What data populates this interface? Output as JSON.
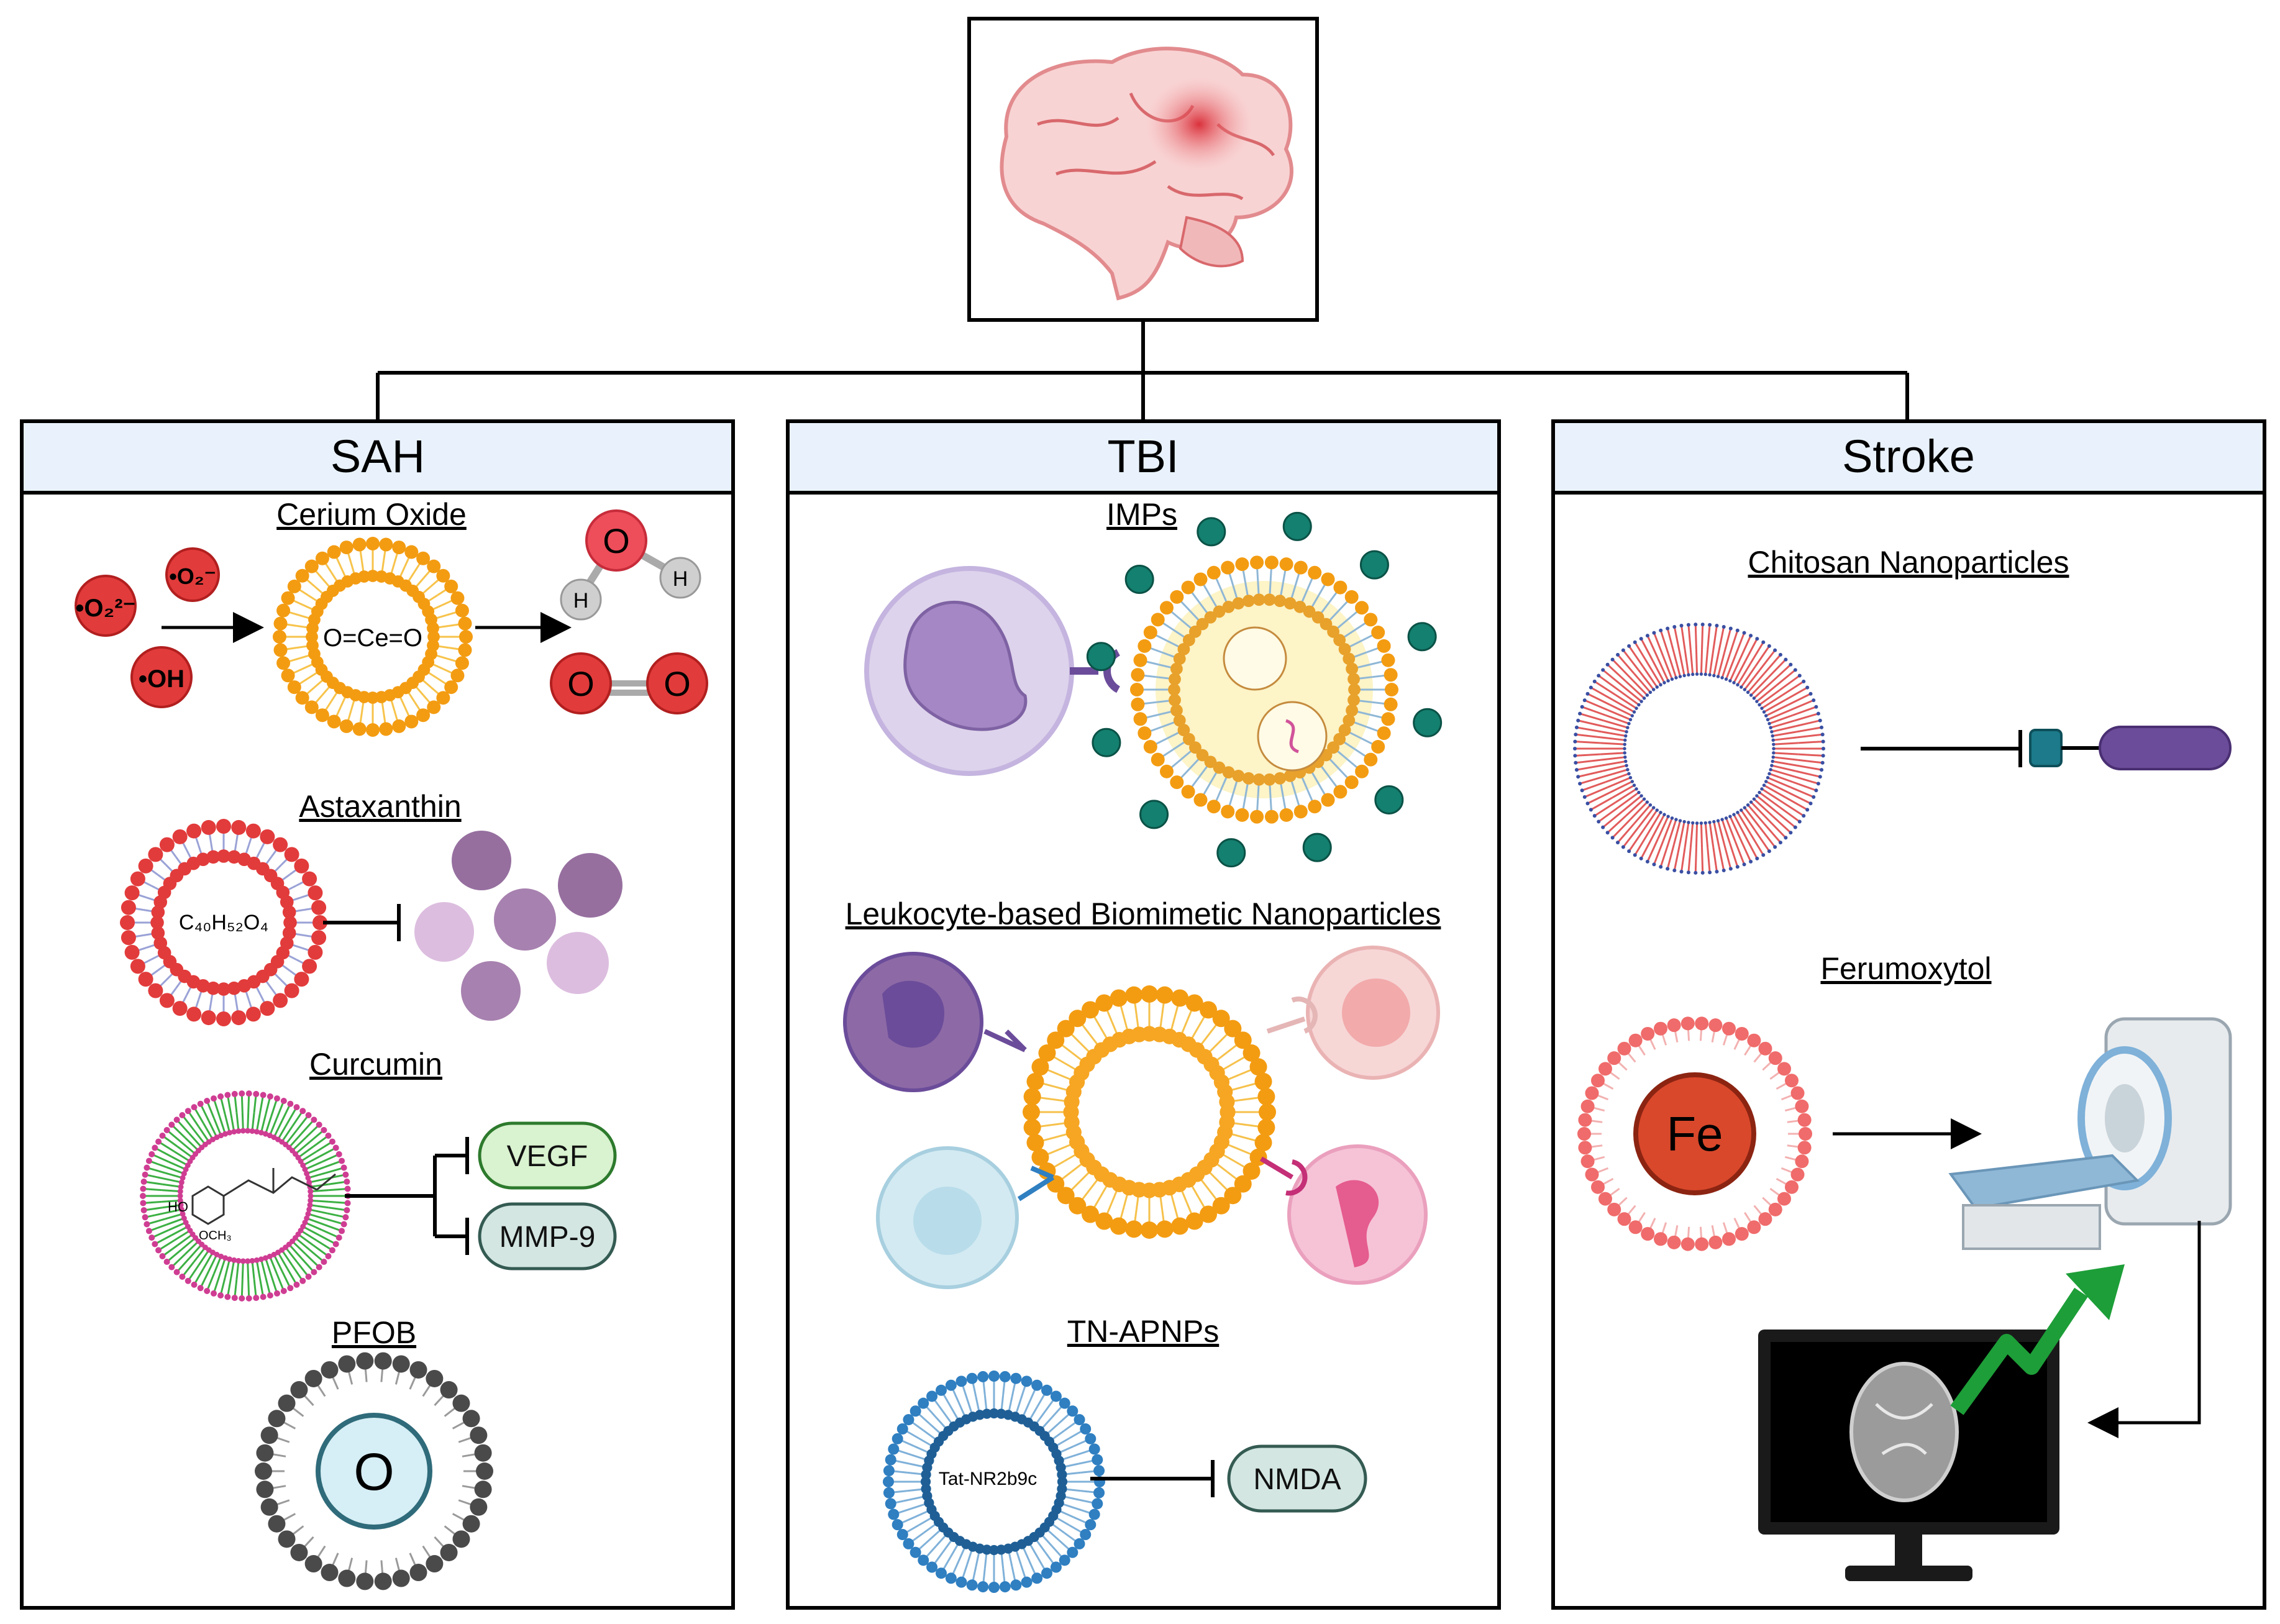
{
  "panels": {
    "sah": {
      "title": "SAH",
      "sections": {
        "cerium": {
          "title": "Cerium Oxide",
          "core": "O=Ce=O",
          "radicals": [
            "•O₂²⁻",
            "•O₂⁻",
            "•OH"
          ],
          "water": {
            "o": "O",
            "h1": "H",
            "h2": "H"
          },
          "oxygen": {
            "o1": "O",
            "o2": "O"
          }
        },
        "astaxanthin": {
          "title": "Astaxanthin",
          "core": "C₄₀H₅₂O₄"
        },
        "curcumin": {
          "title": "Curcumin",
          "targets": [
            "VEGF",
            "MMP-9"
          ],
          "chem_labels": [
            "HO",
            "OCH₃"
          ]
        },
        "pfob": {
          "title": "PFOB",
          "core": "O"
        }
      }
    },
    "tbi": {
      "title": "TBI",
      "sections": {
        "imps": {
          "title": "IMPs"
        },
        "leukocyte": {
          "title": "Leukocyte-based Biomimetic Nanoparticles"
        },
        "tnapnps": {
          "title": "TN-APNPs",
          "core": "Tat-NR2b9c",
          "target": "NMDA"
        }
      }
    },
    "stroke": {
      "title": "Stroke",
      "sections": {
        "chitosan": {
          "title": "Chitosan Nanoparticles"
        },
        "ferumoxytol": {
          "title": "Ferumoxytol",
          "core": "Fe"
        }
      }
    }
  },
  "colors": {
    "panel_header": "#e9f2fc",
    "orange": "#f39c12",
    "red": "#e23b3b",
    "green": "#3cb043",
    "blue": "#2f7fc1",
    "purple": "#6b4c9a",
    "vegf_fill": "#d9f2cf",
    "mmp_fill": "#d3e6e2",
    "nmda_fill": "#d3e6e2",
    "pfob_fill": "#d6eef5",
    "fe_fill": "#d9482b"
  }
}
